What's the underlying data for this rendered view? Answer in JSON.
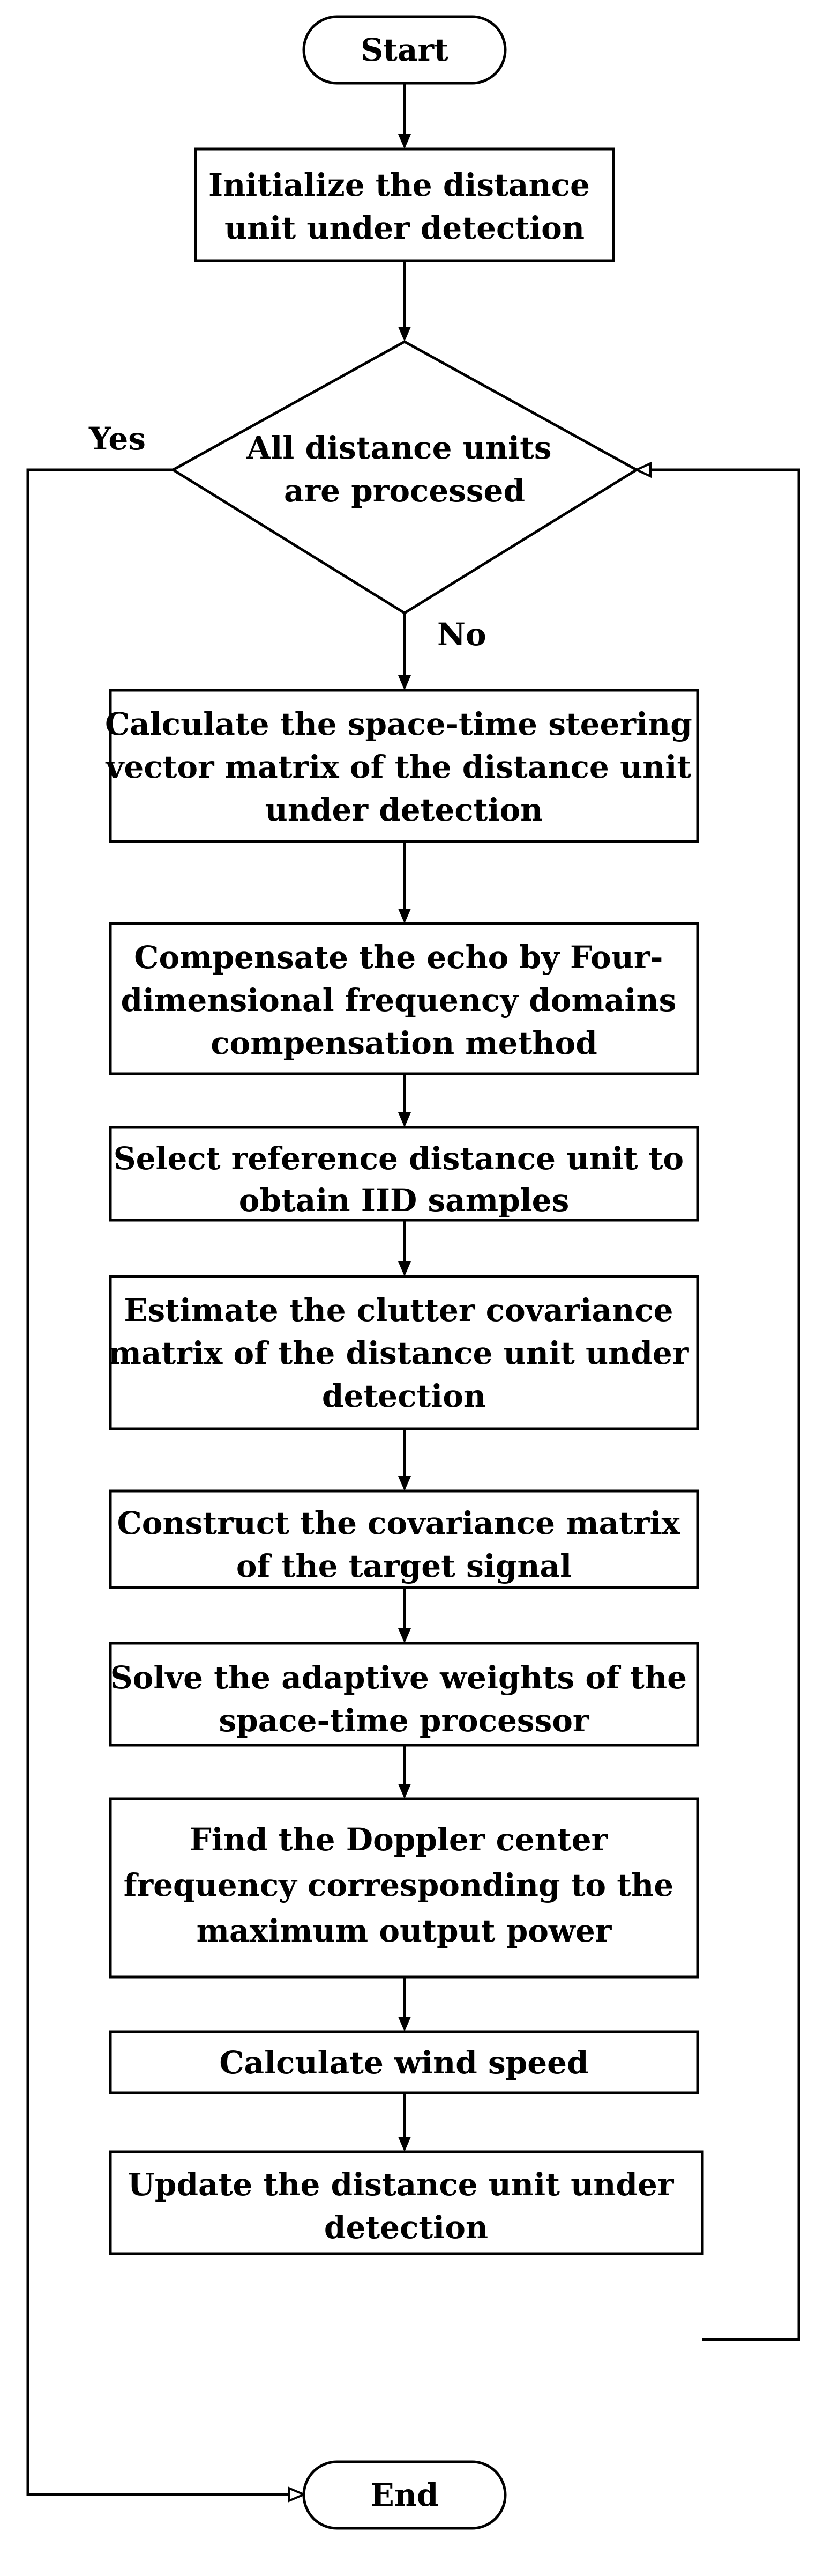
{
  "flowchart": {
    "start": "Start",
    "init": [
      "Initialize the distance",
      "unit under detection"
    ],
    "decision": [
      "All distance units",
      "are processed"
    ],
    "steps": [
      [
        "Calculate the space-time steering",
        "vector matrix of the distance unit",
        "under detection"
      ],
      [
        "Compensate the echo by Four-",
        "dimensional frequency domains",
        "compensation method"
      ],
      [
        "Select reference distance unit to",
        "obtain IID samples"
      ],
      [
        "Estimate the clutter covariance",
        "matrix of the distance unit under",
        "detection"
      ],
      [
        "Construct the covariance matrix",
        "of the target signal"
      ],
      [
        "Solve the adaptive weights of the",
        "space-time processor"
      ],
      [
        "Find the Doppler center",
        "frequency corresponding to the",
        "maximum output power"
      ],
      [
        "Calculate wind speed"
      ],
      [
        "Update the distance unit under",
        "detection"
      ]
    ],
    "end": "End",
    "labels": {
      "yes": "Yes",
      "no": "No"
    }
  }
}
